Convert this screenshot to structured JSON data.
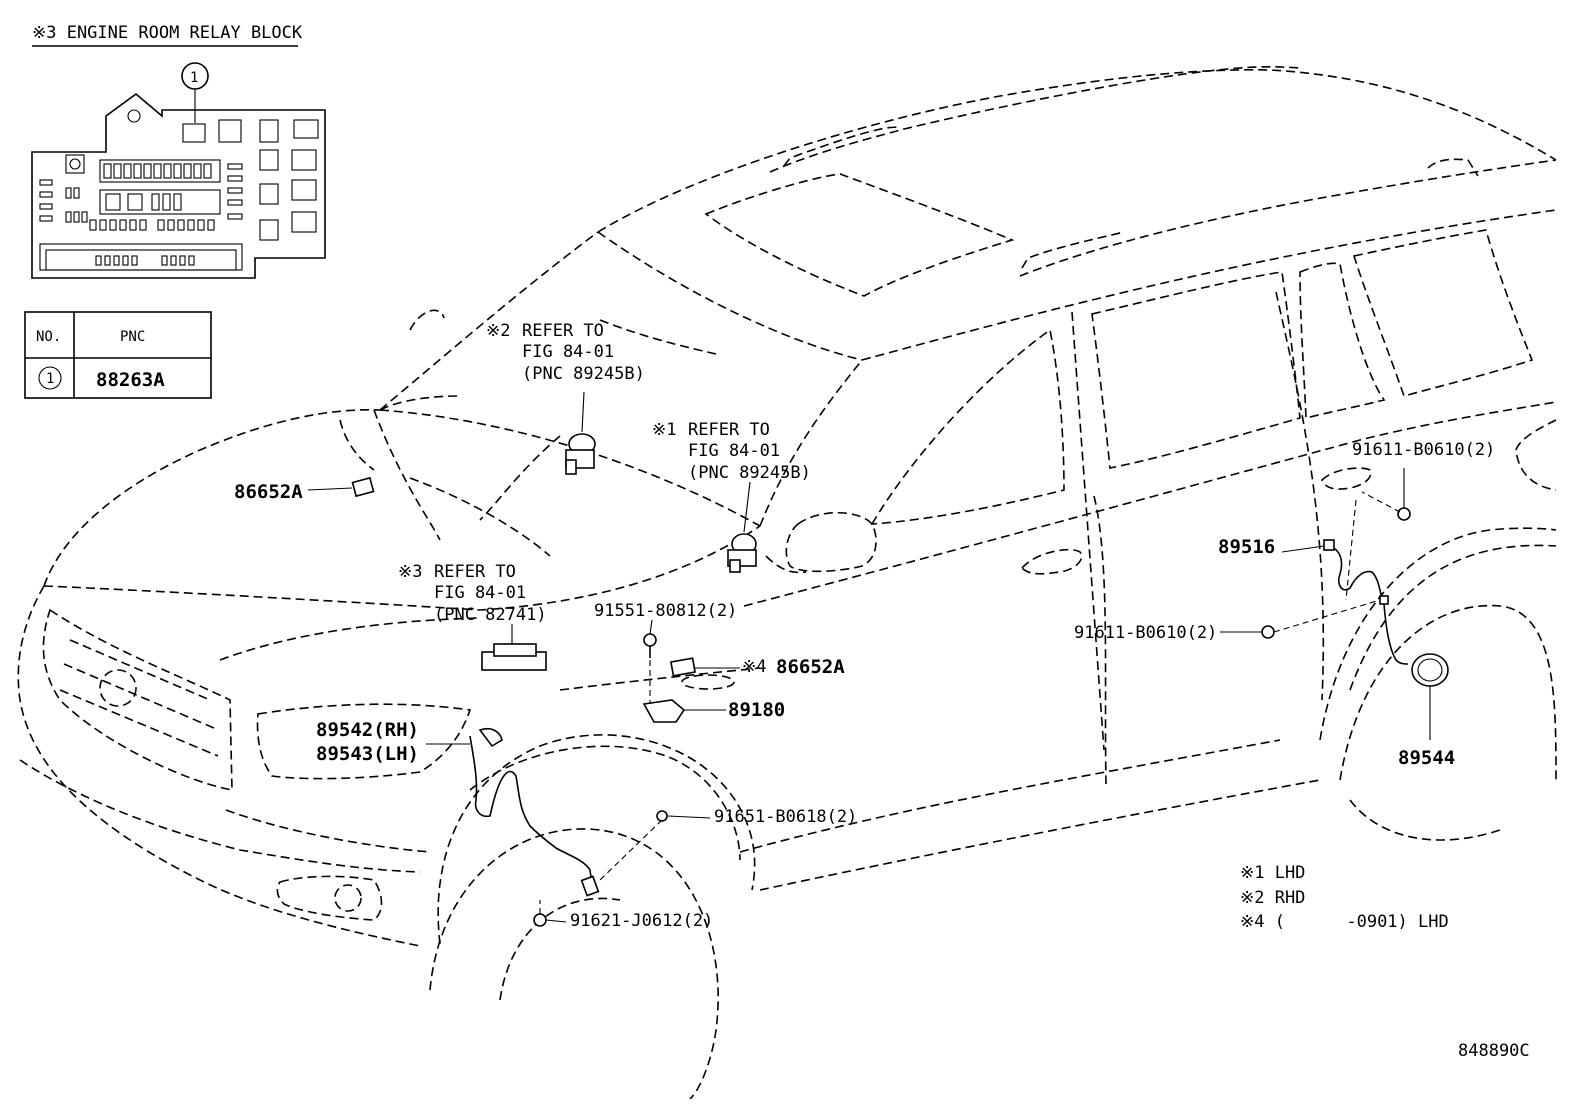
{
  "relay_block": {
    "title": "※3 ENGINE ROOM RELAY BLOCK",
    "callout": "1"
  },
  "pnc_table": {
    "headers": [
      "NO.",
      "PNC"
    ],
    "rows": [
      {
        "no": "1",
        "pnc": "88263A"
      }
    ]
  },
  "refs": [
    {
      "mark": "※2",
      "lines": [
        "REFER TO",
        "FIG 84-01",
        "(PNC 89245B)"
      ]
    },
    {
      "mark": "※1",
      "lines": [
        "REFER TO",
        "FIG 84-01",
        "(PNC 89245B)"
      ]
    },
    {
      "mark": "※3",
      "lines": [
        "REFER TO",
        "FIG 84-01",
        "(PNC 82741)"
      ]
    }
  ],
  "parts": {
    "p86652a_left": "86652A",
    "p86652a_center": "86652A",
    "p86652a_center_mark": "※4",
    "p91551": "91551-80812(2)",
    "p89180": "89180",
    "p89542": "89542(RH)",
    "p89543": "89543(LH)",
    "p91651": "91651-B0618(2)",
    "p91621": "91621-J0612(2)",
    "p91611_upper": "91611-B0610(2)",
    "p91611_lower": "91611-B0610(2)",
    "p89516": "89516",
    "p89544": "89544"
  },
  "notes": [
    "※1 LHD",
    "※2 RHD",
    "※4 (      -0901) LHD"
  ],
  "drawing_number": "848890C"
}
